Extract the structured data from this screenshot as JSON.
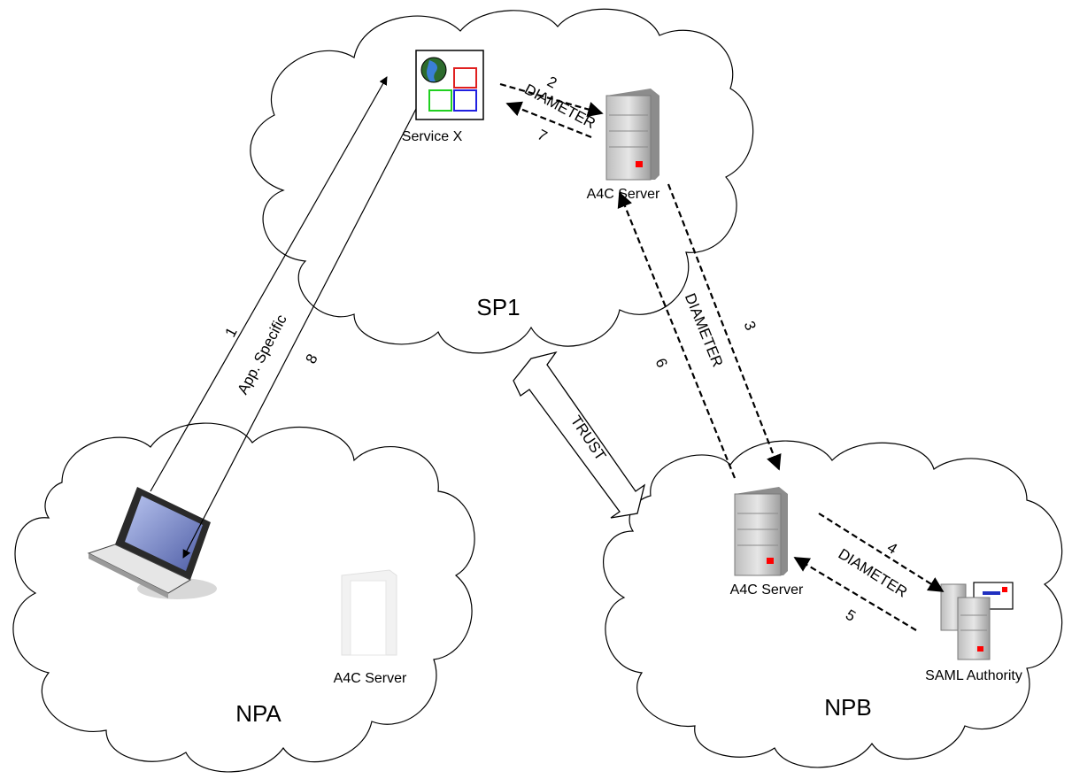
{
  "networks": {
    "sp1": "SP1",
    "npa": "NPA",
    "npb": "NPB"
  },
  "nodes": {
    "service_x": "Service X",
    "sp1_server": "A4C Server",
    "npb_server": "A4C Server",
    "npa_server": "A4C Server",
    "saml_authority": "SAML Authority"
  },
  "links": {
    "protocol": "DIAMETER",
    "app_specific": "App. Specific",
    "trust": "TRUST",
    "steps": {
      "s1": "1",
      "s2": "2",
      "s3": "3",
      "s4": "4",
      "s5": "5",
      "s6": "6",
      "s7": "7",
      "s8": "8"
    }
  },
  "colors": {
    "server_body": "#d4d4d4",
    "server_led": "#ff0000",
    "laptop_screen": "#7f8fc9",
    "globe": "#2d6b2d"
  }
}
